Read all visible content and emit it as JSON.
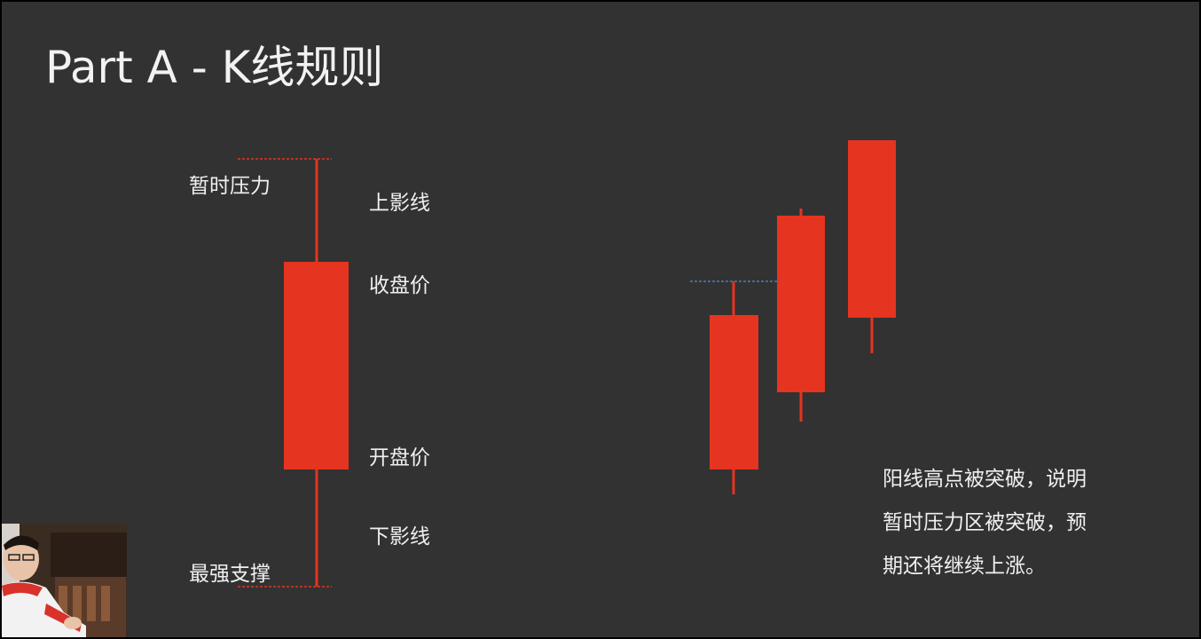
{
  "title": "Part A - K线规则",
  "single_candle": {
    "labels": {
      "resistance": "暂时压力",
      "upper_shadow": "上影线",
      "close_price": "收盘价",
      "open_price": "开盘价",
      "lower_shadow": "下影线",
      "support": "最强支撑"
    }
  },
  "caption": {
    "line1": "阳线高点被突破，说明",
    "line2": "暂时压力区被突破，预",
    "line3": "期还将继续上涨。"
  },
  "colors": {
    "background": "#323232",
    "candle_red": "#e5341f",
    "text": "#f0f0f0",
    "dashed_line": "#4a7fb5"
  },
  "webcam": {
    "icon": "presenter-video"
  }
}
